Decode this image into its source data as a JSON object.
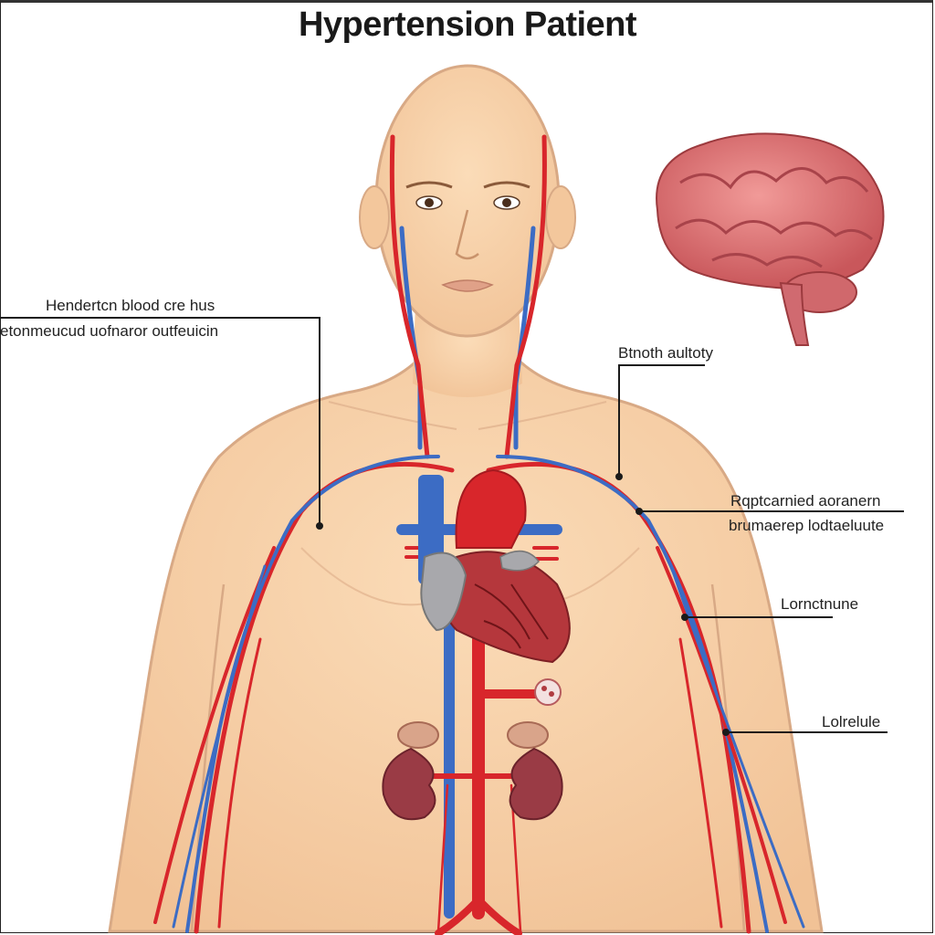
{
  "title": "Hypertension Patient",
  "labels": {
    "left_line1": "Hendertcn blood cre hus",
    "left_line2": "etonmeucud uofnaror outfeuicin",
    "right_top": "Btnoth aultoty",
    "right_mid_line1": "Rqptcarnied aoranern",
    "right_mid_line2": "brumaerep lodtaeluute",
    "right_arm1": "Lornctnune",
    "right_arm2": "Lolrelule"
  },
  "colors": {
    "skin": "#f6cfa6",
    "skin_outline": "#d8a985",
    "artery": "#d8262b",
    "vein": "#3c6cc4",
    "brain": "#e0777a",
    "kidney": "#9a3b45"
  }
}
